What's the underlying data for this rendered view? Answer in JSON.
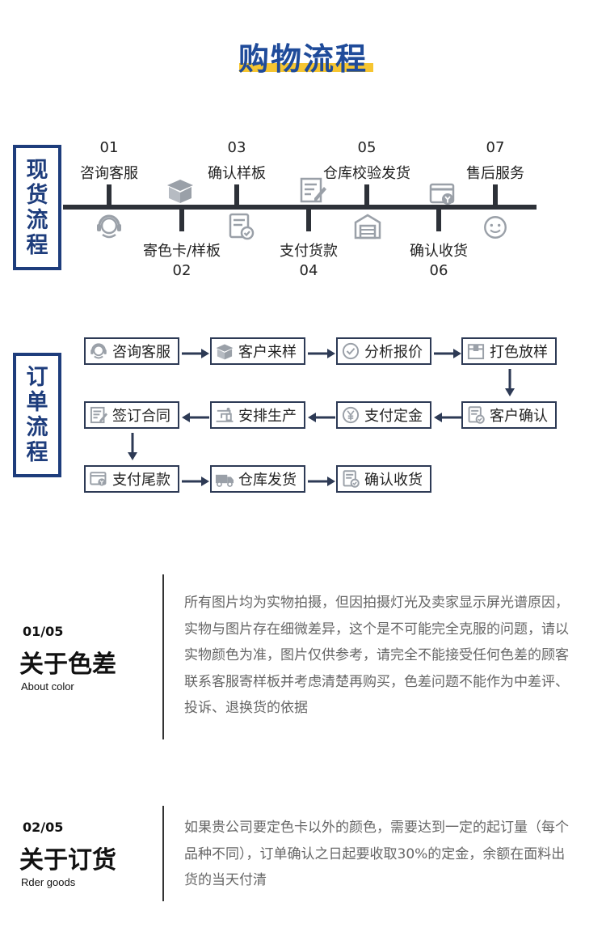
{
  "title": "购物流程",
  "stock_flow": {
    "label_chars": [
      "现",
      "货",
      "流",
      "程"
    ],
    "steps": [
      {
        "num": "01",
        "label": "咨询客服",
        "icon": "headset-icon"
      },
      {
        "num": "02",
        "label": "寄色卡/样板",
        "icon": "box-icon"
      },
      {
        "num": "03",
        "label": "确认样板",
        "icon": "check-document-icon"
      },
      {
        "num": "04",
        "label": "支付货款",
        "icon": "form-edit-icon"
      },
      {
        "num": "05",
        "label": "仓库校验发货",
        "icon": "warehouse-icon"
      },
      {
        "num": "06",
        "label": "确认收货",
        "icon": "payment-card-icon"
      },
      {
        "num": "07",
        "label": "售后服务",
        "icon": "smile-icon"
      }
    ]
  },
  "order_flow": {
    "label_chars": [
      "订",
      "单",
      "流",
      "程"
    ],
    "steps": [
      {
        "label": "咨询客服",
        "icon": "headset-icon"
      },
      {
        "label": "客户来样",
        "icon": "box-icon"
      },
      {
        "label": "分析报价",
        "icon": "check-circle-icon"
      },
      {
        "label": "打色放样",
        "icon": "open-box-icon"
      },
      {
        "label": "客户确认",
        "icon": "check-document-icon"
      },
      {
        "label": "支付定金",
        "icon": "yen-coin-icon"
      },
      {
        "label": "安排生产",
        "icon": "sewing-machine-icon"
      },
      {
        "label": "签订合同",
        "icon": "form-edit-icon"
      },
      {
        "label": "支付尾款",
        "icon": "payment-card-icon"
      },
      {
        "label": "仓库发货",
        "icon": "delivery-truck-icon"
      },
      {
        "label": "确认收货",
        "icon": "check-document-icon"
      }
    ]
  },
  "notes": [
    {
      "num": "01/05",
      "title": "关于色差",
      "subtitle": "About color",
      "text": "所有图片均为实物拍摄，但因拍摄灯光及卖家显示屏光谱原因，实物与图片存在细微差异，这个是不可能完全克服的问题，请以实物颜色为准，图片仅供参考，请完全不能接受任何色差的顾客联系客服寄样板并考虑清楚再购买，色差问题不能作为中差评、投诉、退换货的依据"
    },
    {
      "num": "02/05",
      "title": "关于订货",
      "subtitle": "Rder goods",
      "text": "如果贵公司要定色卡以外的颜色，需要达到一定的起订量（每个品种不同），订单确认之日起要收取30%的定金，余额在面料出货的当天付清"
    }
  ],
  "colors": {
    "navy": "#1e3d7c",
    "title_blue": "#1f4b9a",
    "accent_yellow": "#f6c531",
    "dark_line": "#2d3138",
    "icon_gray": "#9aa0a8"
  }
}
